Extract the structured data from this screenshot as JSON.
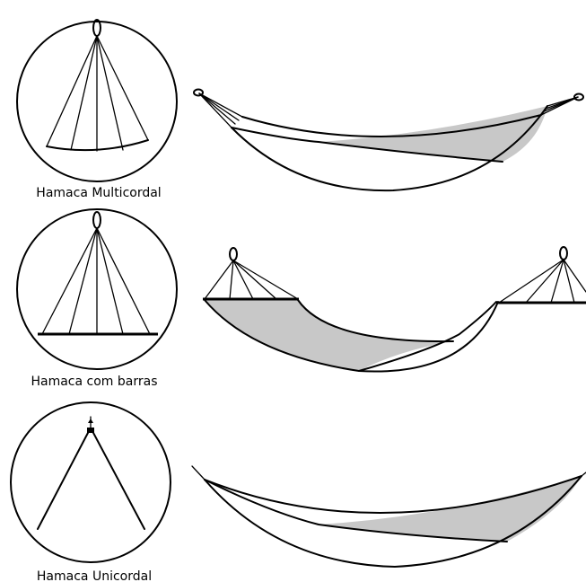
{
  "hammocks": [
    {
      "id": "multicordal",
      "caption": "Hamaca Multicordal"
    },
    {
      "id": "barras",
      "caption": "Hamaca com barras"
    },
    {
      "id": "unicordal",
      "caption": "Hamaca Unicordal"
    }
  ],
  "colors": {
    "ink": "#000000",
    "fabric_shade": "#c8c8c8",
    "background": "#ffffff"
  }
}
